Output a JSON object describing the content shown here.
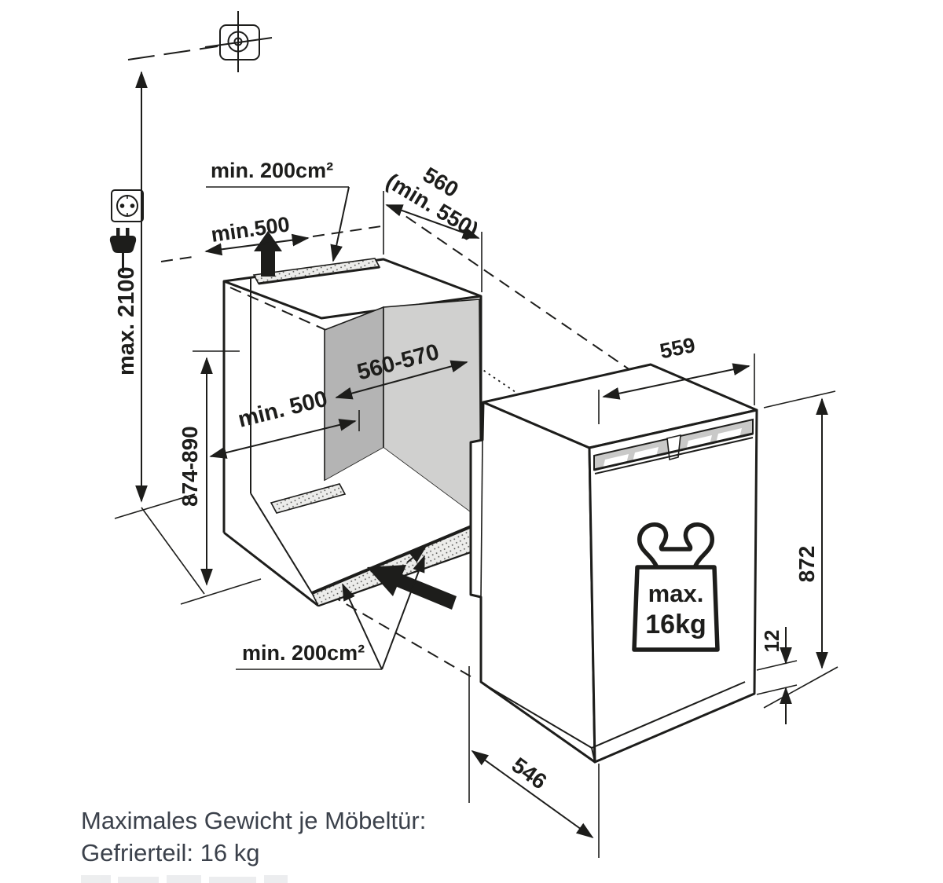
{
  "diagram": {
    "title_hint": "built-in appliance niche installation drawing",
    "annotations": {
      "vent_top_area": "min. 200cm²",
      "clearance_front_top": "min.500",
      "niche_depth_value": "560",
      "niche_depth_min": "(min. 550)",
      "socket_height_max": "max. 2100",
      "niche_height": "874-890",
      "interior_width": "560-570",
      "interior_clearance": "min. 500",
      "appliance_width": "559",
      "door_height": "872",
      "plinth_gap": "12",
      "appliance_depth": "546",
      "vent_bottom_area": "min. 200cm²"
    },
    "weight_badge": {
      "line1": "max.",
      "line2": "16kg"
    },
    "footnote": {
      "line1": "Maximales Gewicht je Möbeltür:",
      "line2": "Gefrierteil: 16 kg"
    },
    "icons": {
      "crosshair": "drill-position-crosshair",
      "socket": "mains-socket",
      "plug": "mains-plug",
      "airflow_top": "air-outlet-arrow-up",
      "airflow_bottom": "air-inlet-arrow"
    },
    "colors": {
      "line": "#1d1d1b",
      "wall_dark": "#b4b4b4",
      "wall_light": "#d0d0cf",
      "grille": "#c9c9c8",
      "hatch_bg": "#ececea",
      "footnote_text": "#3b414b",
      "background": "#ffffff"
    }
  }
}
